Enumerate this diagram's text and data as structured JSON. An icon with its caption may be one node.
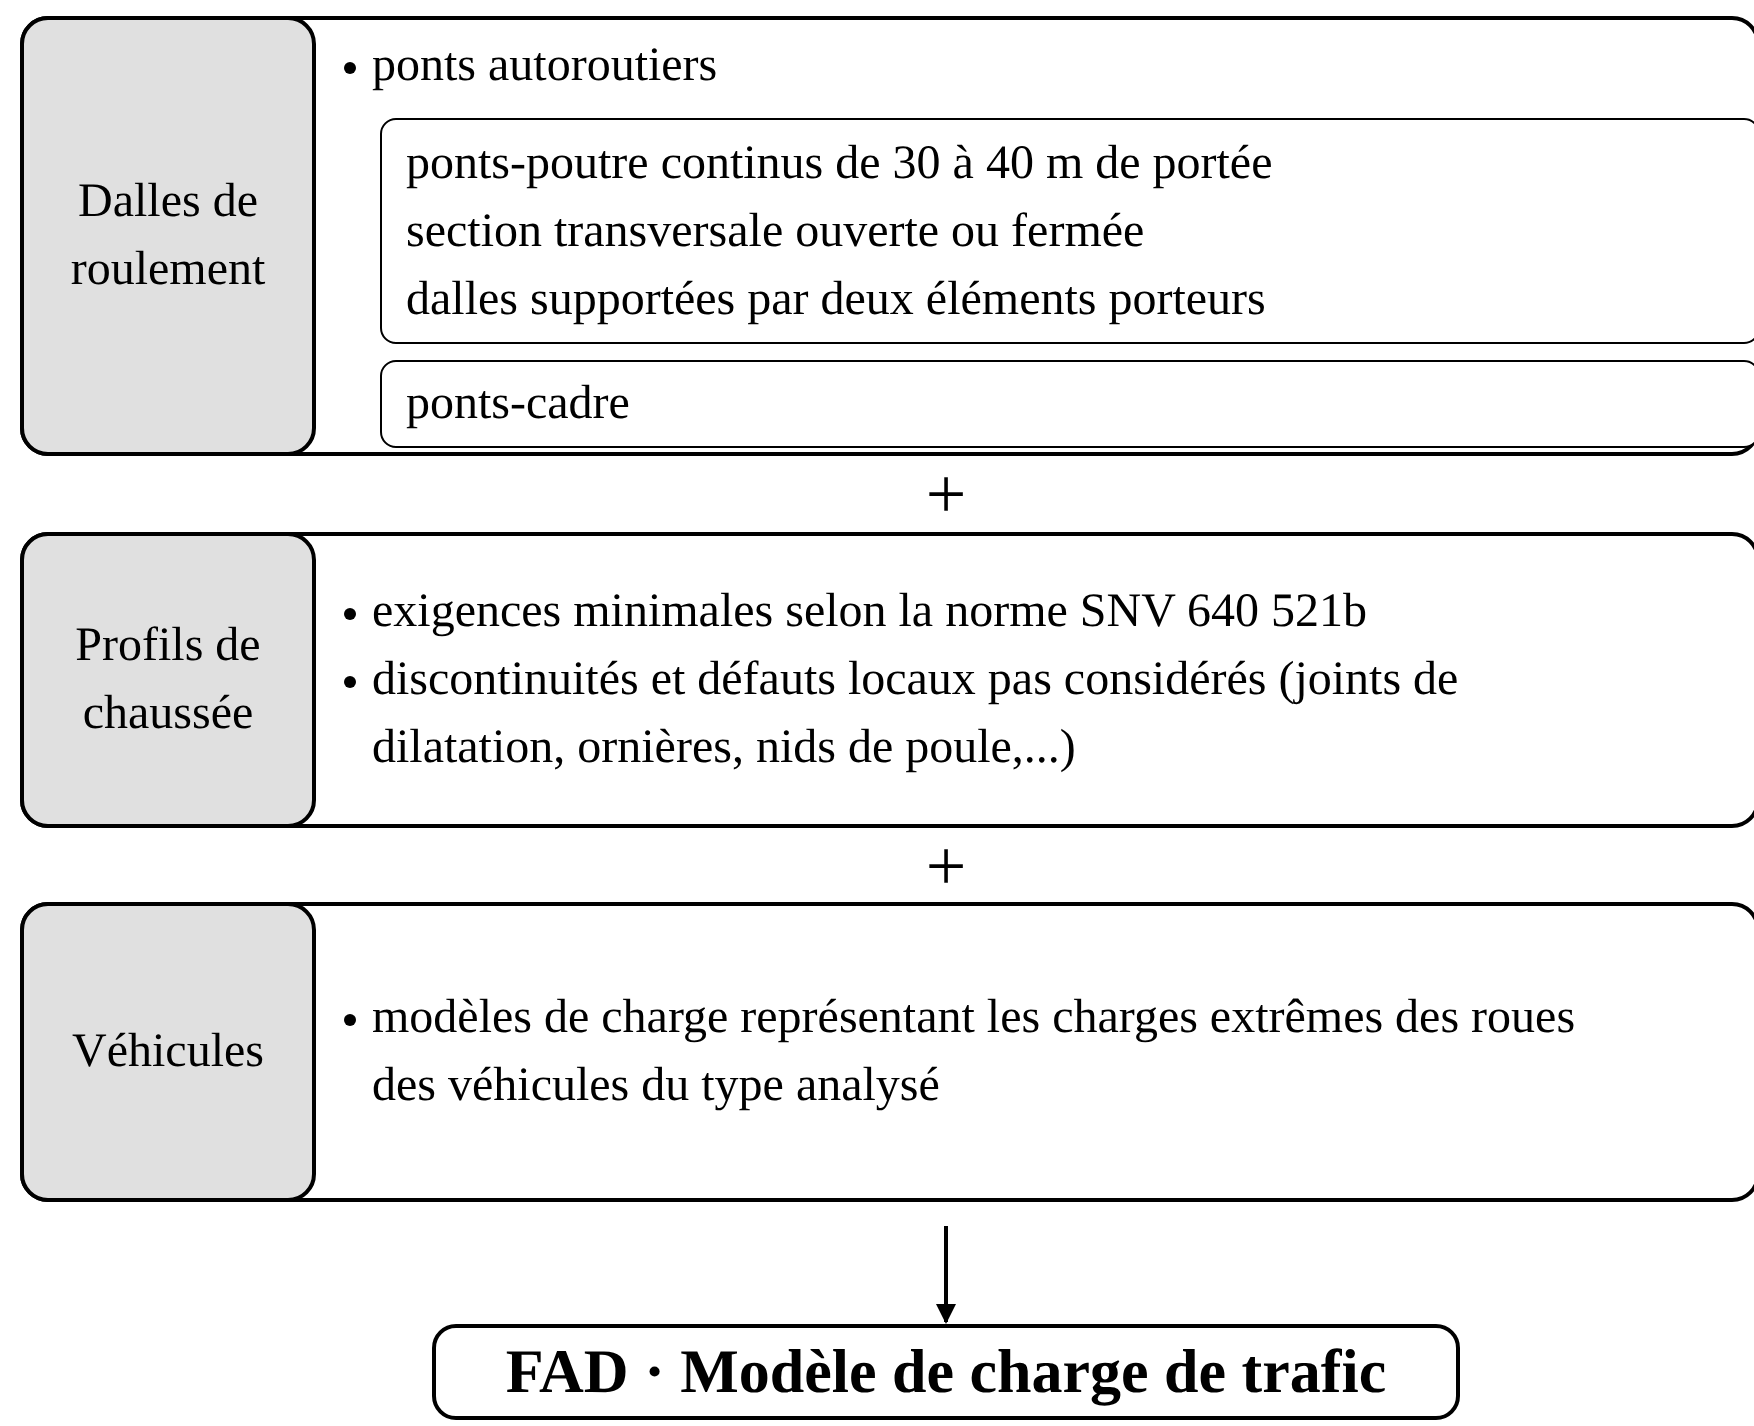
{
  "diagram": {
    "nodes": [
      {
        "text": [
          "ponts autoroutiers"
        ]
      },
      {
        "text": [
          "Dalles de roulement"
        ],
        "in": 0
      },
      {
        "text": [
          "ponts-poutre continus de 30 à 40 m de portée",
          "section transversale ouverte ou fermée",
          "dalles supportées par deux éléments porteurs"
        ],
        "in": 0
      },
      {
        "text": [
          "ponts-cadre"
        ],
        "in": 0
      },
      {
        "text": [
          "exigences minimales selon la norme SNV 640 521b",
          "discontinuités et défauts locaux pas considérés (joints de dilatation, ornières, nids de poule,...)"
        ]
      },
      {
        "text": [
          "Profils de chaussée"
        ],
        "in": 4
      },
      {
        "text": [
          "modèles de charge représentant les charges extrêmes des roues des véhicules du type analysé"
        ]
      },
      {
        "text": [
          "Véhicules"
        ],
        "in": 6
      },
      {
        "text": [
          "FAD · Modèle de charge de trafic"
        ]
      }
    ],
    "edges": [
      {
        "from": 6,
        "to": 8,
        "arrow": "to"
      }
    ],
    "labels": [
      "+",
      "+"
    ]
  }
}
